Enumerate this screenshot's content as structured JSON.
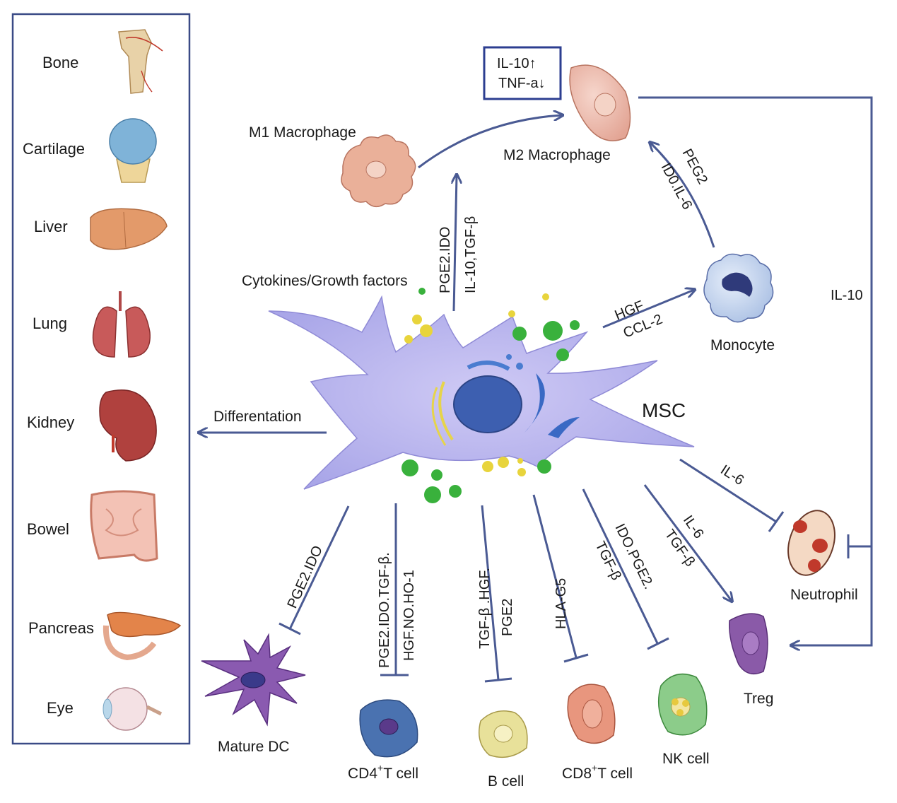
{
  "organ_panel": {
    "items": [
      {
        "label": "Bone",
        "icon": "bone-icon"
      },
      {
        "label": "Cartilage",
        "icon": "cartilage-icon"
      },
      {
        "label": "Liver",
        "icon": "liver-icon"
      },
      {
        "label": "Lung",
        "icon": "lung-icon"
      },
      {
        "label": "Kidney",
        "icon": "kidney-icon"
      },
      {
        "label": "Bowel",
        "icon": "bowel-icon"
      },
      {
        "label": "Pancreas",
        "icon": "pancreas-icon"
      },
      {
        "label": "Eye",
        "icon": "eye-icon"
      }
    ]
  },
  "center": {
    "msc": "MSC",
    "cytokines": "Cytokines/Growth factors",
    "differentiation": "Differentation"
  },
  "cells": {
    "m1": "M1 Macrophage",
    "m2": "M2 Macrophage",
    "monocyte": "Monocyte",
    "neutrophil": "Neutrophil",
    "treg": "Treg",
    "nk": "NK cell",
    "cd8_pre": "CD8",
    "cd8_sup": "+",
    "cd8_post": "T cell",
    "bcell": "B cell",
    "cd4_pre": "CD4",
    "cd4_sup": "+",
    "cd4_post": "T cell",
    "dc": "Mature DC"
  },
  "boxed": {
    "line1": "IL-10↑",
    "line2": "TNF-a↓"
  },
  "molecules": {
    "to_m2_1": "PGE2.IDO",
    "to_m2_2": "IL-10,TGF-β",
    "mono_1": "HGF",
    "mono_2": "CCL-2",
    "mono_m2_1": "PEG2",
    "mono_m2_2": "ID0.IL-6",
    "il10": "IL-10",
    "neut": "IL-6",
    "treg_1": "IL-6",
    "treg_2": "TGF-β",
    "nk_1": "IDO.PGE2.",
    "nk_2": "TGF-β",
    "cd8": "HLA-G5",
    "b_1": "TGF-β .HGF.",
    "b_2": "PGE2",
    "cd4_1": "PGE2.IDO.TGF-β.",
    "cd4_2": "HGF.NO.HO-1",
    "dc": "PGE2.IDO"
  },
  "colors": {
    "arrow": "#4a5a93",
    "msc_body": "#b8b6ec",
    "panel_border": "#3a4a86"
  }
}
